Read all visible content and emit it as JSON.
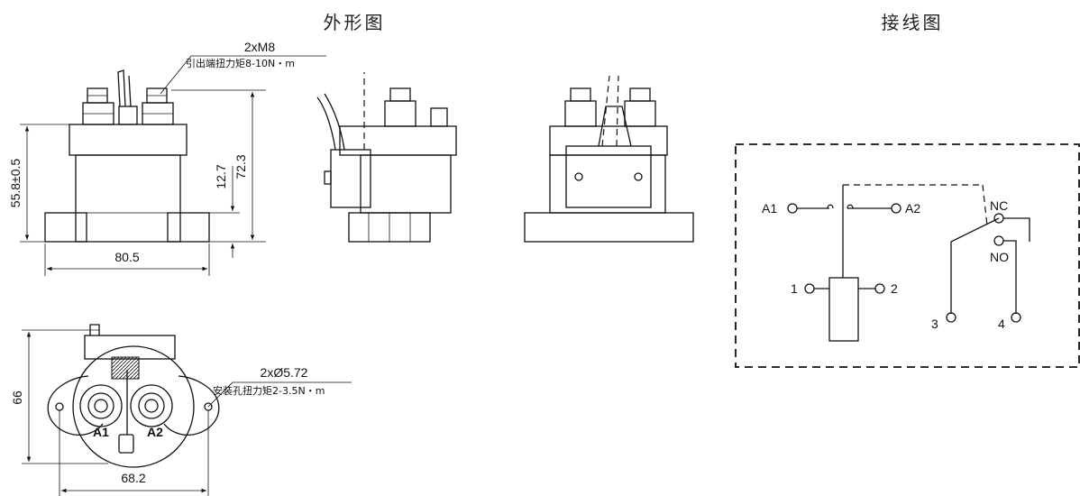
{
  "titles": {
    "outline": "外形图",
    "wiring": "接线图"
  },
  "front_view": {
    "thread_label": "2xM8",
    "torque_note": "引出端扭力矩8-10N・m",
    "height_total": "72.3",
    "height_body": "55.8±0.5",
    "flange_height": "12.7",
    "width": "80.5"
  },
  "bottom_view": {
    "hole_label": "2xØ5.72",
    "hole_torque_note": "安装孔扭力矩2-3.5N・m",
    "height": "66",
    "hole_spacing": "68.2",
    "terminal_a1": "A1",
    "terminal_a2": "A2"
  },
  "wiring": {
    "a1": "A1",
    "a2": "A2",
    "nc": "NC",
    "no": "NO",
    "coil_1": "1",
    "coil_2": "2",
    "aux_3": "3",
    "aux_4": "4"
  }
}
